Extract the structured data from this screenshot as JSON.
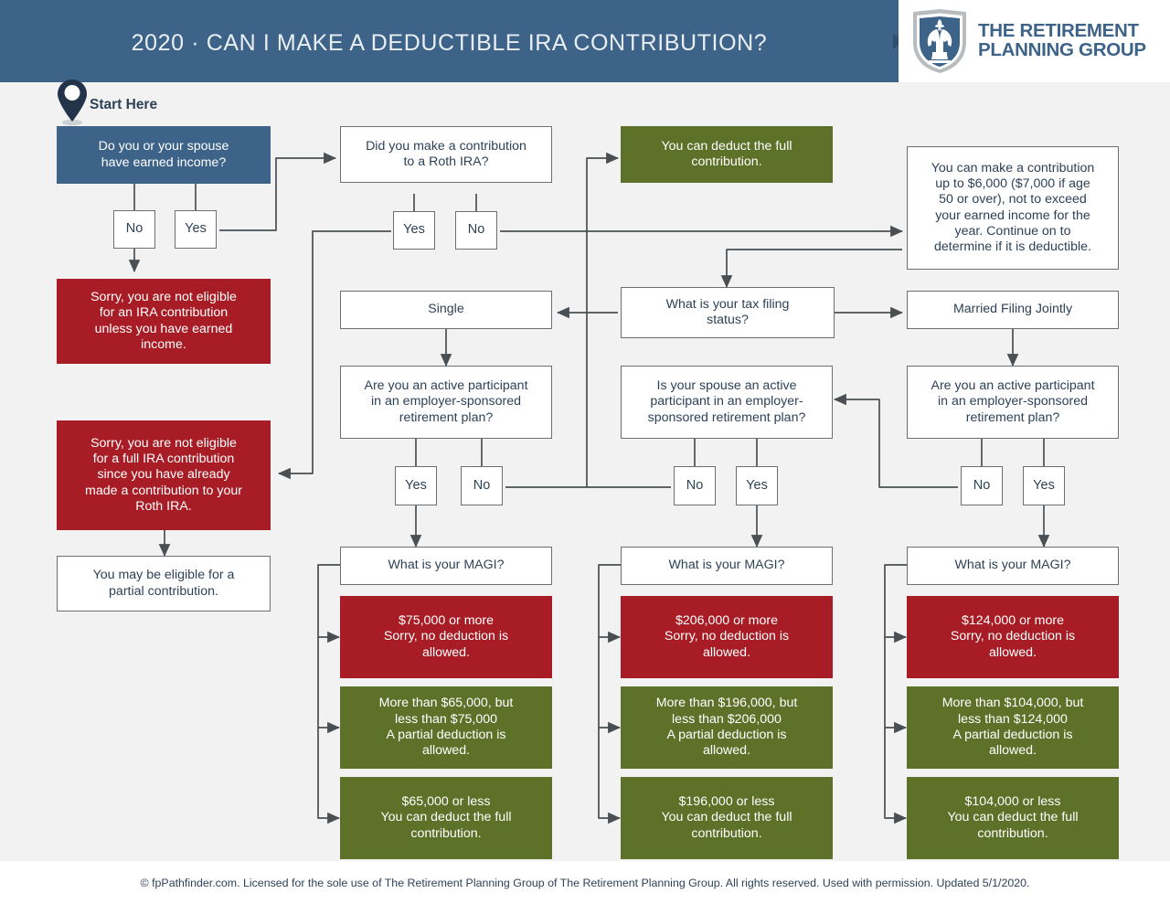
{
  "header": {
    "title": "2020 · CAN I MAKE A DEDUCTIBLE IRA CONTRIBUTION?",
    "logo_line1": "THE RETIREMENT",
    "logo_line2": "PLANNING GROUP",
    "brand_blue": "#3d6389"
  },
  "start": {
    "label": "Start Here"
  },
  "colors": {
    "blue": "#3d6389",
    "red": "#a71c25",
    "green": "#5e7129",
    "white": "#ffffff",
    "background": "#f2f2f2",
    "border": "#6b6f72",
    "text_dark": "#2e4257"
  },
  "nodes": {
    "q_earned_income": "Do you or your spouse\nhave earned income?",
    "earned_no": "No",
    "earned_yes": "Yes",
    "not_eligible_ira": "Sorry, you are not eligible\nfor an IRA contribution\nunless you have earned\nincome.",
    "q_roth": "Did you make a contribution\nto a Roth IRA?",
    "roth_yes": "Yes",
    "roth_no": "No",
    "not_eligible_full": "Sorry, you are not eligible\nfor a full IRA contribution\nsince you have already\nmade a contribution to your\nRoth IRA.",
    "partial_eligible": "You may be eligible for a\npartial contribution.",
    "deduct_full_top": "You can deduct the full\ncontribution.",
    "contribution_limit": "You can make a contribution\nup to $6,000 ($7,000 if age\n50 or over), not to exceed\nyour earned income for the\nyear. Continue on to\ndetermine if it is deductible.",
    "q_filing_status": "What is your tax filing\nstatus?",
    "single": "Single",
    "mfj": "Married Filing Jointly",
    "q_active_single": "Are you an active participant\nin an employer-sponsored\nretirement plan?",
    "single_yes": "Yes",
    "single_no": "No",
    "q_active_spouse": "Is your spouse an active\nparticipant in an employer-\nsponsored retirement plan?",
    "spouse_no": "No",
    "spouse_yes": "Yes",
    "q_active_mfj": "Are you an active participant\nin an employer-sponsored\nretirement plan?",
    "mfj_no": "No",
    "mfj_yes": "Yes",
    "q_magi_single": "What is your MAGI?",
    "q_magi_spouse": "What is your MAGI?",
    "q_magi_mfj": "What is your MAGI?",
    "single_red": "$75,000 or more\nSorry, no deduction is\nallowed.",
    "single_partial": "More than $65,000, but\nless than $75,000\nA partial deduction is\nallowed.",
    "single_full": "$65,000 or less\nYou can deduct the full\ncontribution.",
    "spouse_red": "$206,000 or more\nSorry, no deduction is\nallowed.",
    "spouse_partial": "More than $196,000, but\nless than $206,000\nA partial deduction is\nallowed.",
    "spouse_full": "$196,000 or less\nYou can deduct the full\ncontribution.",
    "mfj_red": "$124,000 or more\nSorry, no deduction is\nallowed.",
    "mfj_partial": "More than $104,000, but\nless than $124,000\nA partial deduction is\nallowed.",
    "mfj_full": "$104,000 or less\nYou can deduct the full\ncontribution."
  },
  "footer": {
    "text": "© fpPathfinder.com. Licensed for the sole use of The Retirement Planning Group of The Retirement Planning Group. All rights reserved. Used with permission. Updated 5/1/2020."
  }
}
